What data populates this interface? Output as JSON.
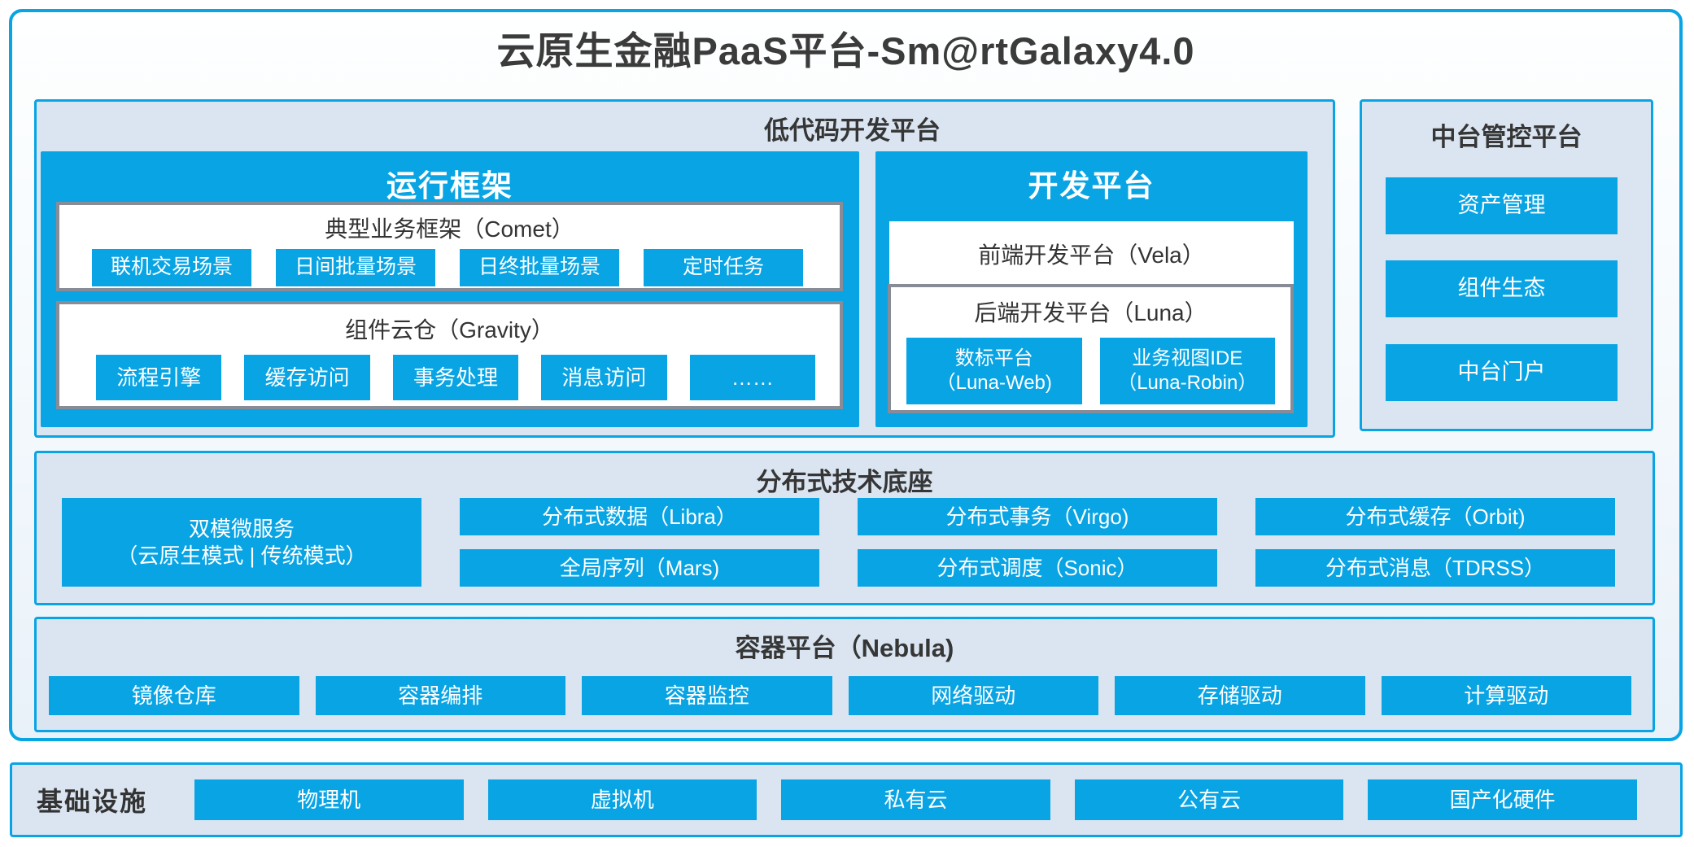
{
  "title": "云原生金融PaaS平台-Sm@rtGalaxy4.0",
  "colors": {
    "accent": "#09A4E4",
    "section_bg": "#DAE5F1",
    "gray_border": "#878C96",
    "dark_text": "#363636"
  },
  "low_code": {
    "title": "低代码开发平台",
    "runtime": {
      "title": "运行框架",
      "comet": {
        "title": "典型业务框架（Comet）",
        "items": [
          "联机交易场景",
          "日间批量场景",
          "日终批量场景",
          "定时任务"
        ]
      },
      "gravity": {
        "title": "组件云仓（Gravity）",
        "items": [
          "流程引擎",
          "缓存访问",
          "事务处理",
          "消息访问",
          "……"
        ]
      }
    },
    "dev": {
      "title": "开发平台",
      "vela": "前端开发平台（Vela）",
      "luna": {
        "title": "后端开发平台（Luna）",
        "items": [
          {
            "line1": "数标平台",
            "line2": "（Luna-Web)"
          },
          {
            "line1": "业务视图IDE",
            "line2": "（Luna-Robin）"
          }
        ]
      }
    }
  },
  "mid_platform": {
    "title": "中台管控平台",
    "items": [
      "资产管理",
      "组件生态",
      "中台门户"
    ]
  },
  "distributed": {
    "title": "分布式技术底座",
    "dual_mode": {
      "line1": "双模微服务",
      "line2": "（云原生模式 | 传统模式）"
    },
    "row1": [
      "分布式数据（Libra）",
      "分布式事务（Virgo)",
      "分布式缓存（Orbit)"
    ],
    "row2": [
      "全局序列（Mars)",
      "分布式调度（Sonic）",
      "分布式消息（TDRSS）"
    ]
  },
  "container_platform": {
    "title": "容器平台（Nebula)",
    "items": [
      "镜像仓库",
      "容器编排",
      "容器监控",
      "网络驱动",
      "存储驱动",
      "计算驱动"
    ]
  },
  "infrastructure": {
    "title": "基础设施",
    "items": [
      "物理机",
      "虚拟机",
      "私有云",
      "公有云",
      "国产化硬件"
    ]
  }
}
